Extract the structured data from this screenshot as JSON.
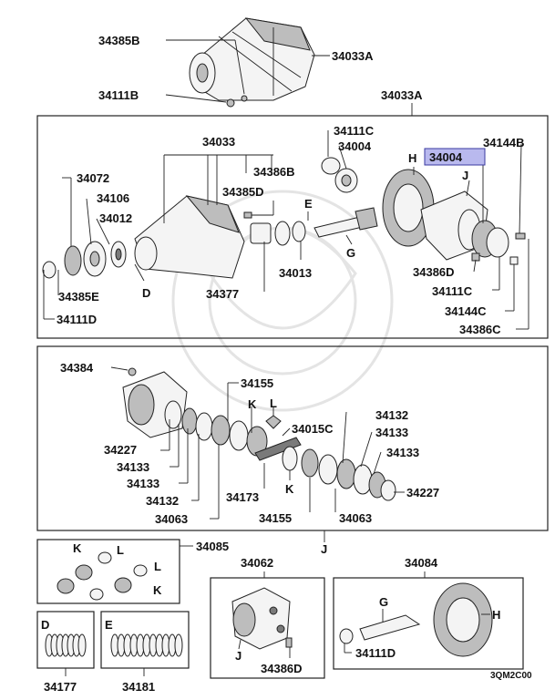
{
  "diagram_code": "3QM2C00",
  "highlighted_part": "34004",
  "labels": {
    "p34385B": "34385B",
    "p34033A_top": "34033A",
    "p34111B": "34111B",
    "p34033A_frame": "34033A",
    "p34111C_top": "34111C",
    "p34004_a": "34004",
    "p34033": "34033",
    "p34004_hl": "34004",
    "p34144B": "34144B",
    "p34072": "34072",
    "p34386B": "34386B",
    "p34106": "34106",
    "p34385D": "34385D",
    "p34012": "34012",
    "p34013": "34013",
    "p34386D_top": "34386D",
    "p34385E": "34385E",
    "p34377": "34377",
    "p34111C_bot": "34111C",
    "p34111D_top": "34111D",
    "p34144C": "34144C",
    "p34386C": "34386C",
    "p34384": "34384",
    "p34155_a": "34155",
    "p34015C": "34015C",
    "p34132_a": "34132",
    "p34133_a": "34133",
    "p34133_b": "34133",
    "p34227_a": "34227",
    "p34133_c": "34133",
    "p34133_d": "34133",
    "p34227_b": "34227",
    "p34132_b": "34132",
    "p34173": "34173",
    "p34063_a": "34063",
    "p34155_b": "34155",
    "p34063_b": "34063",
    "p34085": "34085",
    "p34062": "34062",
    "p34084": "34084",
    "p34386D_bot": "34386D",
    "p34111D_bot": "34111D",
    "p34177": "34177",
    "p34181": "34181"
  },
  "letters": {
    "H_top": "H",
    "J_top": "J",
    "E_top": "E",
    "G_top": "G",
    "D_top": "D",
    "K_mid1": "K",
    "L_mid": "L",
    "K_mid2": "K",
    "J_mid": "J",
    "K_b1": "K",
    "L_b1": "L",
    "L_b2": "L",
    "K_b2": "K",
    "J_b": "J",
    "G_b": "G",
    "H_b": "H",
    "D_b": "D",
    "E_b": "E"
  }
}
